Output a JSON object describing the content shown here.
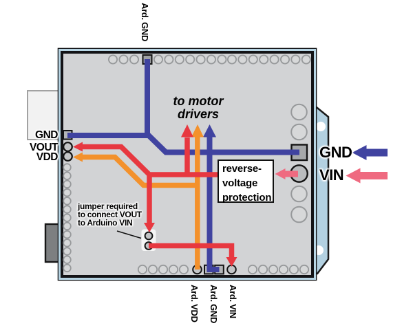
{
  "labels": {
    "top_pin": "Ard. GND",
    "bottom_pins": [
      "Ard. VDD",
      "Ard. GND",
      "Ard. VIN"
    ],
    "left_pads": [
      "GND",
      "VOUT",
      "VDD"
    ],
    "right_power": [
      "GND",
      "VIN"
    ],
    "motor": [
      "to motor",
      "drivers"
    ],
    "protection_box": [
      "reverse-",
      "voltage",
      "protection"
    ],
    "jumper_note": [
      "jumper required",
      "to connect VOUT",
      "to Arduino VIN"
    ]
  },
  "colors": {
    "gnd_wire": "#4043a0",
    "vout_wire": "#e73840",
    "vdd_wire": "#f3912c",
    "vin_wire": "#ef6a80",
    "board_fill": "#d2d3d5",
    "pcb_edge_blue": "#b7d5e4"
  }
}
